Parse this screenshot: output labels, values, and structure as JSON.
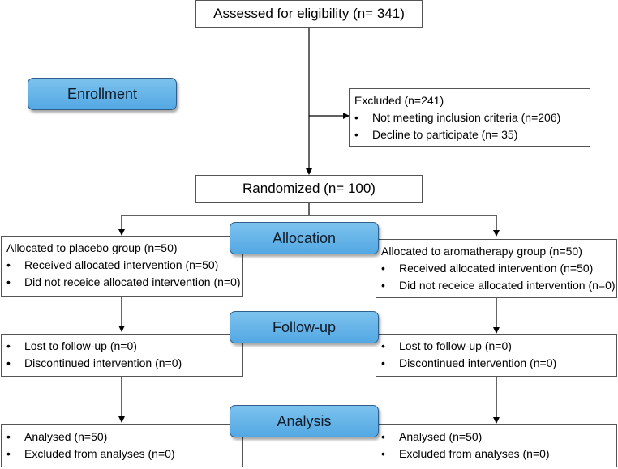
{
  "stages": {
    "enrollment": "Enrollment",
    "allocation": "Allocation",
    "followup": "Follow-up",
    "analysis": "Analysis"
  },
  "assessed": "Assessed for eligibility (n= 341)",
  "randomized": "Randomized (n= 100)",
  "excluded": {
    "title": "Excluded (n=241)",
    "items": [
      "Not meeting inclusion criteria (n=206)",
      "Decline to participate (n= 35)"
    ]
  },
  "placebo": {
    "allocation": {
      "title": "Allocated to placebo group (n=50)",
      "items": [
        "Received allocated intervention (n=50)",
        "Did not receice allocated intervention (n=0)"
      ]
    },
    "followup": {
      "items": [
        "Lost to follow-up (n=0)",
        "Discontinued intervention (n=0)"
      ]
    },
    "analysis": {
      "items": [
        "Analysed (n=50)",
        "Excluded from analyses (n=0)"
      ]
    }
  },
  "aromatherapy": {
    "allocation": {
      "title": "Allocated to aromatherapy group (n=50)",
      "items": [
        "Received allocated intervention (n=50)",
        "Did not receice allocated intervention (n=0)"
      ]
    },
    "followup": {
      "items": [
        "Lost to follow-up (n=0)",
        "Discontinued intervention (n=0)"
      ]
    },
    "analysis": {
      "items": [
        "Analysed (n=50)",
        "Excluded from analyses (n=0)"
      ]
    }
  },
  "bullet": "•",
  "colors": {
    "stage_fill": "#66b5e8",
    "stage_border": "#2f5f8a",
    "line": "#000000"
  }
}
